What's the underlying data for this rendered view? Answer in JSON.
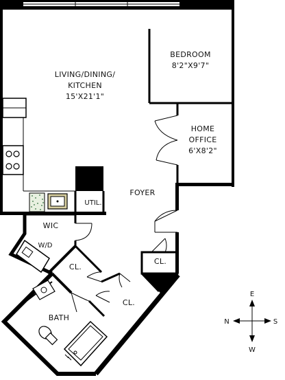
{
  "rooms": {
    "living": {
      "label": "LIVING/DINING/",
      "label2": "KITCHEN",
      "dims": "15'X21'1\""
    },
    "bedroom": {
      "label": "BEDROOM",
      "dims": "8'2\"X9'7\""
    },
    "office": {
      "label": "HOME",
      "label2": "OFFICE",
      "dims": "6'X8'2\""
    },
    "foyer": {
      "label": "FOYER"
    },
    "util": {
      "label": "UTIL."
    },
    "wic": {
      "label": "WIC"
    },
    "wd": {
      "label": "W/D"
    },
    "closet1": {
      "label": "CL."
    },
    "closet2": {
      "label": "CL."
    },
    "closet3": {
      "label": "CL."
    },
    "bath": {
      "label": "BATH"
    }
  },
  "compass": {
    "north": "N",
    "south": "S",
    "east": "E",
    "west": "W"
  },
  "colors": {
    "wall": "#000000",
    "counter": "#2f6e3a",
    "sink": "#d8cfa0"
  }
}
